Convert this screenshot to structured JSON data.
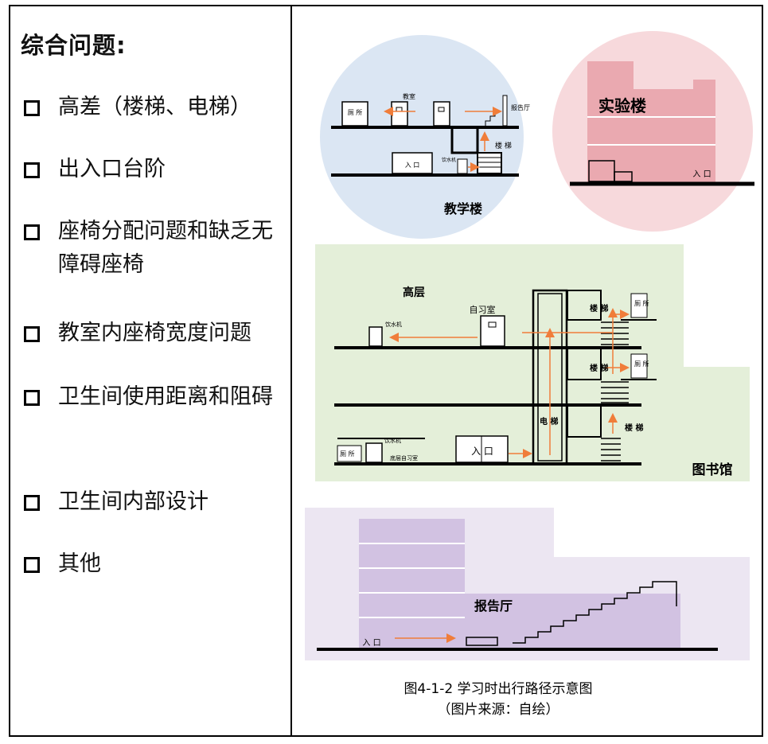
{
  "left_panel": {
    "title": "综合问题:",
    "items": [
      "高差（楼梯、电梯）",
      "出入口台阶",
      "座椅分配问题和缺乏无障碍座椅",
      "教室内座椅宽度问题",
      "卫生间使用距离和阻碍",
      "卫生间内部设计",
      "其他"
    ]
  },
  "diagram": {
    "teaching": {
      "title": "教学楼",
      "toilet": "厕 所",
      "classroom": "教室",
      "hall": "报告厅",
      "stairs": "楼 梯",
      "entrance": "入 口",
      "water": "饮水机"
    },
    "lab": {
      "title": "实验楼",
      "entrance": "入 口"
    },
    "library": {
      "title": "图书馆",
      "upper": "高层",
      "study": "自习室",
      "water_upper": "饮水机",
      "stairs1": "楼 梯",
      "stairs2": "楼 梯",
      "stairs3": "楼 梯",
      "toilet1": "厕 所",
      "toilet2": "厕 所",
      "toilet3": "厕 所",
      "elevator": "电 梯",
      "water_low": "饮水机",
      "ground_study": "底层自习室",
      "entrance": "入 口"
    },
    "auditorium": {
      "title": "报告厅",
      "entrance": "入 口"
    },
    "caption_line1": "图4-1-2 学习时出行路径示意图",
    "caption_line2": "（图片来源：自绘）"
  },
  "colors": {
    "teaching_bg": "#dbe6f3",
    "lab_bg": "#f7d9dc",
    "lab_building": "#eaa9b0",
    "library_bg": "#e4efd9",
    "auditorium_bg": "#ece6f2",
    "auditorium_building": "#d2c2e2",
    "arrow": "#f07d3a"
  }
}
